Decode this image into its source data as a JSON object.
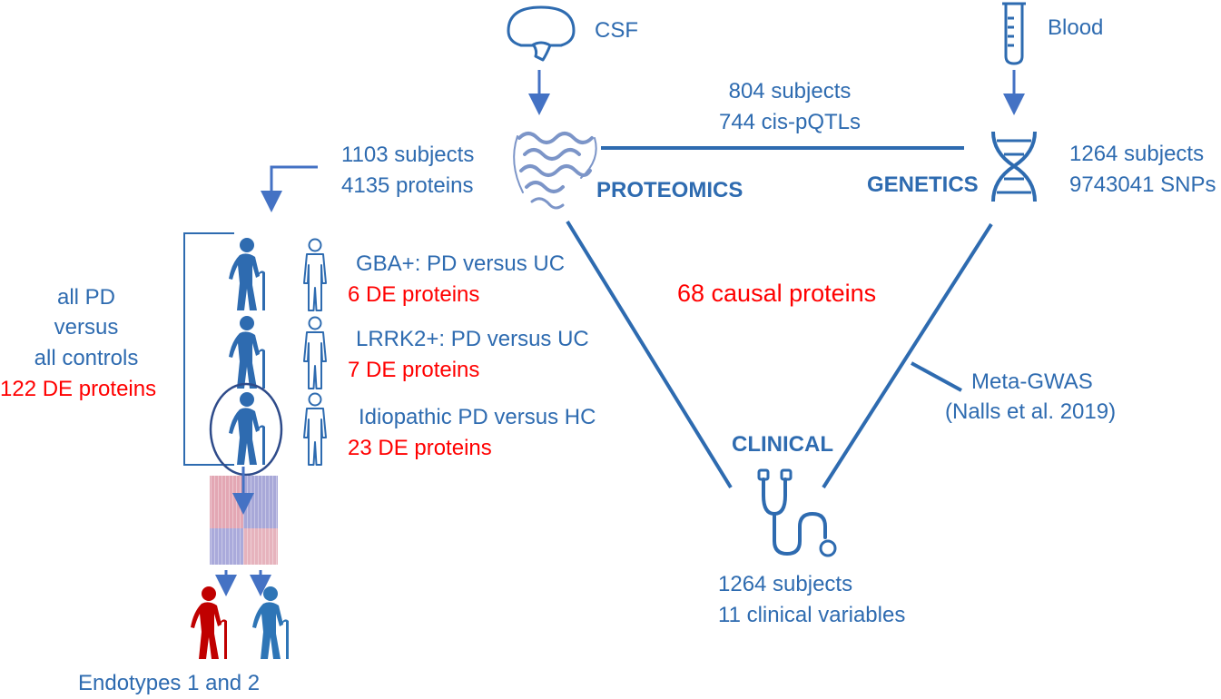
{
  "sources": {
    "csf": "CSF",
    "blood": "Blood"
  },
  "proteomics": {
    "title": "PROTEOMICS",
    "subjects": "1103 subjects",
    "proteins": "4135 proteins"
  },
  "genetics": {
    "title": "GENETICS",
    "subjects": "1264 subjects",
    "snps": "9743041 SNPs"
  },
  "pqtl": {
    "subjects": "804 subjects",
    "cis": "744 cis-pQTLs"
  },
  "causal": "68 causal proteins",
  "clinical": {
    "title": "CLINICAL",
    "subjects": "1264 subjects",
    "variables": "11 clinical variables"
  },
  "gwas": {
    "line1": "Meta-GWAS",
    "line2": "(Nalls et al. 2019)"
  },
  "all_pd": {
    "line1": "all PD",
    "line2": "versus",
    "line3": "all controls",
    "de": "122 DE proteins"
  },
  "groups": [
    {
      "label": "GBA+: PD versus UC",
      "de": "6 DE proteins"
    },
    {
      "label": "LRRK2+: PD versus UC",
      "de": "7 DE proteins"
    },
    {
      "label": "Idiopathic PD versus HC",
      "de": "23 DE proteins"
    }
  ],
  "endotypes": "Endotypes 1 and 2",
  "colors": {
    "primary": "#2e6bb0",
    "arrow": "#4472c4",
    "de_red": "#ff0000",
    "endotype_red": "#c00000",
    "endotype_blue": "#2e75b6"
  }
}
